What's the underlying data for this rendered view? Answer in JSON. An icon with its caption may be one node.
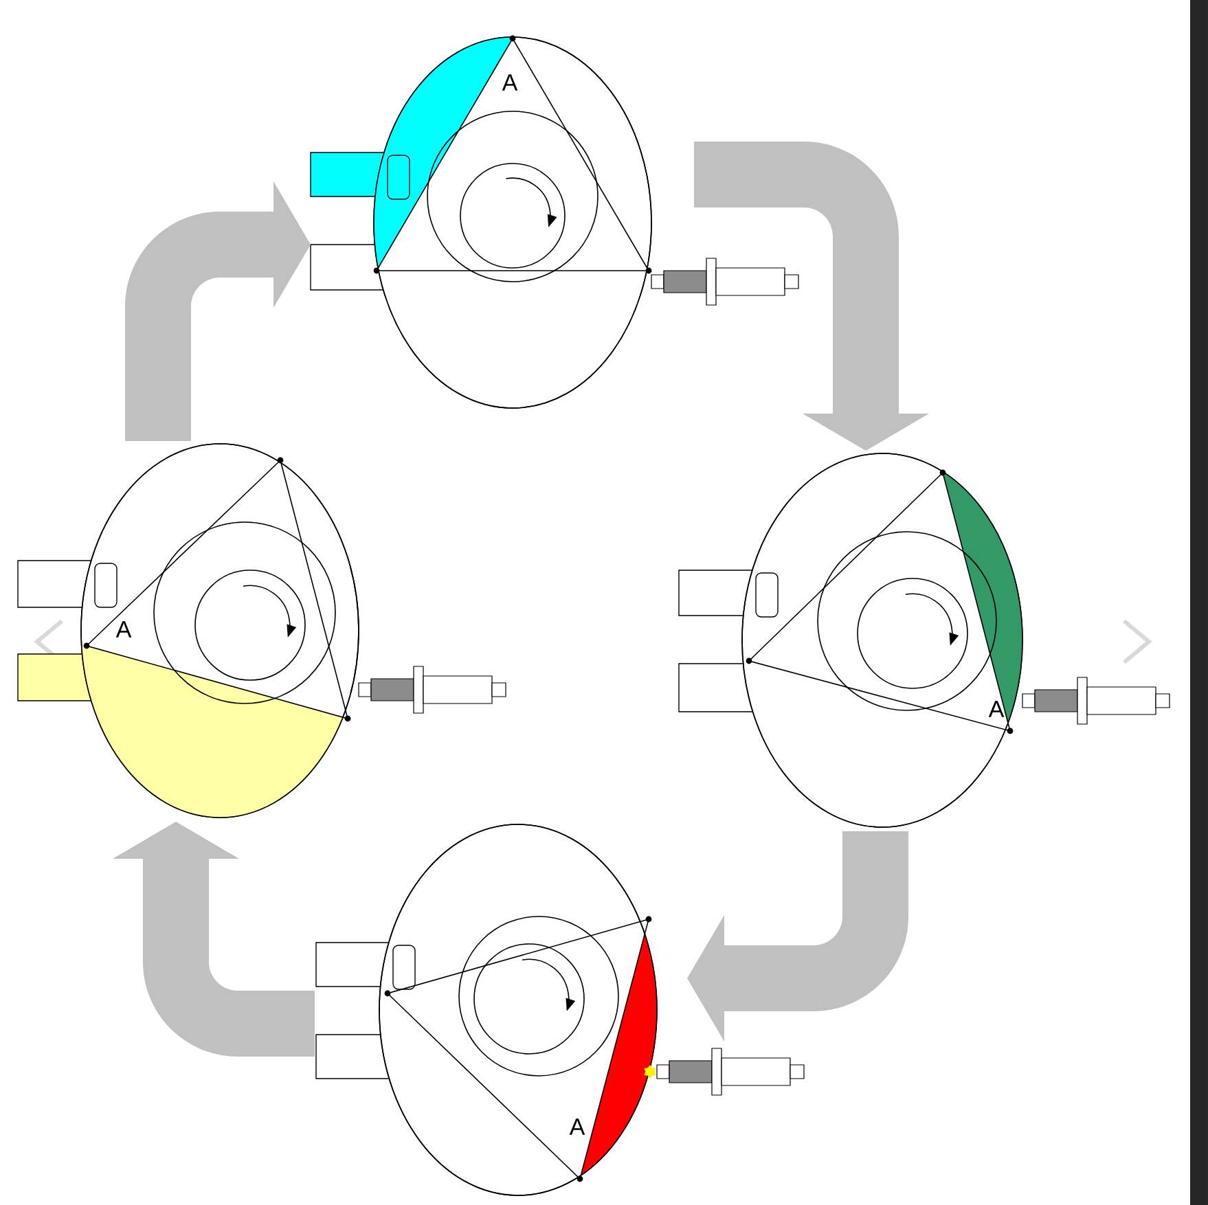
{
  "diagram": {
    "nodes": [
      {
        "text": [
          "A"
        ]
      },
      {
        "text": [
          "A"
        ]
      },
      {
        "text": [
          "A"
        ]
      },
      {
        "text": [
          "A"
        ]
      }
    ],
    "edges": [
      {
        "from": 0,
        "to": 2,
        "arrow": "to"
      },
      {
        "from": 2,
        "to": 3,
        "arrow": "to"
      },
      {
        "from": 3,
        "to": 1,
        "arrow": "to"
      },
      {
        "from": 1,
        "to": 0,
        "arrow": "to"
      }
    ]
  }
}
